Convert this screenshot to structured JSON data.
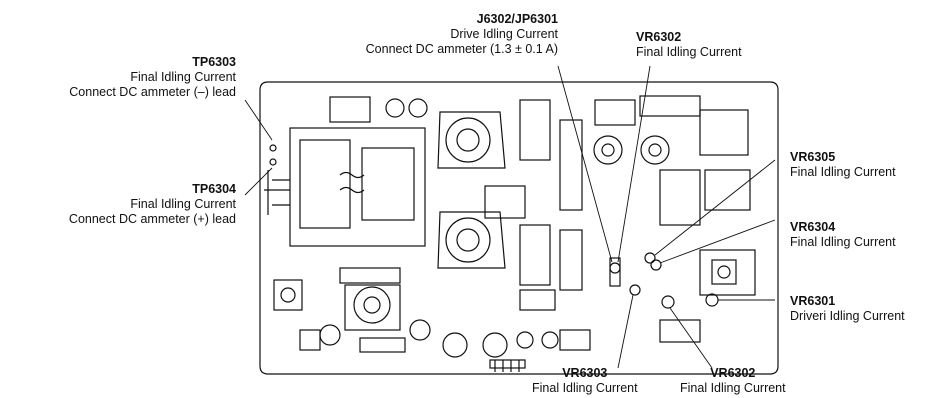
{
  "labels": {
    "tp6303": {
      "id": "TP6303",
      "lines": [
        "Final Idling Current",
        "Connect DC ammeter (–) lead"
      ]
    },
    "tp6304": {
      "id": "TP6304",
      "lines": [
        "Final Idling Current",
        "Connect DC ammeter (+) lead"
      ]
    },
    "j6302": {
      "id": "J6302/JP6301",
      "lines": [
        "Drive Idling Current",
        "Connect DC ammeter (1.3 ± 0.1 A)"
      ]
    },
    "vr6302_top": {
      "id": "VR6302",
      "lines": [
        "Final Idling Current"
      ]
    },
    "vr6305": {
      "id": "VR6305",
      "lines": [
        "Final Idling Current"
      ]
    },
    "vr6304": {
      "id": "VR6304",
      "lines": [
        "Final Idling Current"
      ]
    },
    "vr6301": {
      "id": "VR6301",
      "lines": [
        "Driveri Idling Current"
      ]
    },
    "vr6303": {
      "id": "VR6303",
      "lines": [
        "Final Idling Current"
      ]
    },
    "vr6302_bottom": {
      "id": "VR6302",
      "lines": [
        "Final Idling Current"
      ]
    }
  },
  "colors": {
    "ink": "#111111",
    "board": "#ffffff"
  }
}
